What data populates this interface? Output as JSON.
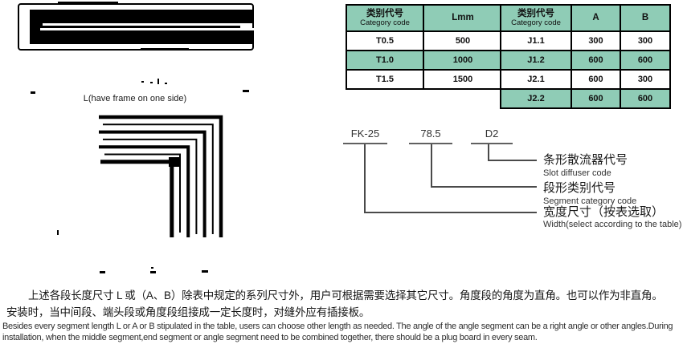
{
  "colors": {
    "table_header_green": "#8fccb6",
    "line_black": "#000000",
    "leader_gray": "#4a4a4a"
  },
  "straight_drawing": {
    "label": "L(have frame on one side)"
  },
  "length_table": {
    "header": {
      "title_zh": "类别代号",
      "title_en": "Category code",
      "col2": "Lmm"
    },
    "rows": [
      {
        "code": "T0.5",
        "value": "500"
      },
      {
        "code": "T1.0",
        "value": "1000"
      },
      {
        "code": "T1.5",
        "value": "1500"
      }
    ]
  },
  "angle_table": {
    "header": {
      "title_zh": "类别代号",
      "title_en": "Category code",
      "col2": "A",
      "col3": "B"
    },
    "rows": [
      {
        "code": "J1.1",
        "a": "300",
        "b": "300"
      },
      {
        "code": "J1.2",
        "a": "600",
        "b": "600"
      },
      {
        "code": "J2.1",
        "a": "600",
        "b": "300"
      },
      {
        "code": "J2.2",
        "a": "600",
        "b": "600"
      }
    ]
  },
  "code_diagram": {
    "part1": "FK-25",
    "part2": "78.5",
    "part3": "D2",
    "labels": [
      {
        "zh": "条形散流器代号",
        "en": "Slot diffuser code"
      },
      {
        "zh": "段形类别代号",
        "en": "Segment category code"
      },
      {
        "zh": "宽度尺寸（按表选取）",
        "en": "Width(select according to the table)"
      }
    ]
  },
  "notes": {
    "zh_line1": "上述各段长度尺寸 L 或（A、B）除表中规定的系列尺寸外，用户可根据需要选择其它尺寸。角度段的角度为直角。也可以作为非直角。",
    "zh_line2": "安装时，当中间段、端头段或角度段组接成一定长度时，对缝外应有插接板。",
    "en_line1": "Besides every segment length L or A or B stipulated in the table, users can choose other length as needed. The angle of the angle segment can be  a right angle or other angles.During",
    "en_line2": "installation, when the middle segment,end segment or angle segment need to be combined together, there should be a plug board in every seam."
  }
}
